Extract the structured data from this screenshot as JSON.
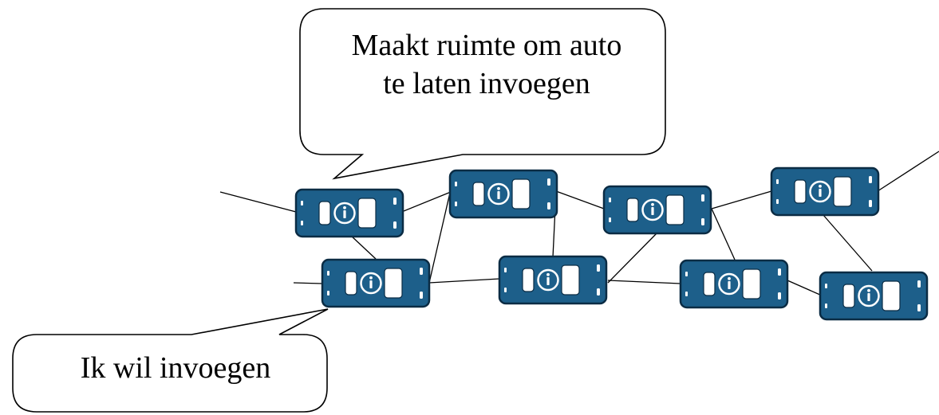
{
  "colors": {
    "car_fill": "#1d5f8a",
    "car_stroke": "#0b2c44",
    "car_detail": "#ffffff",
    "link_line": "#000000",
    "bubble_fill": "#ffffff",
    "bubble_stroke": "#000000"
  },
  "bubbles": {
    "top": {
      "line1": "Maakt ruimte om auto",
      "line2": "te laten invoegen"
    },
    "bottom": {
      "text": "Ik wil invoegen"
    }
  },
  "icons": {
    "car": "car-top-view-icon",
    "info": "info-icon"
  }
}
